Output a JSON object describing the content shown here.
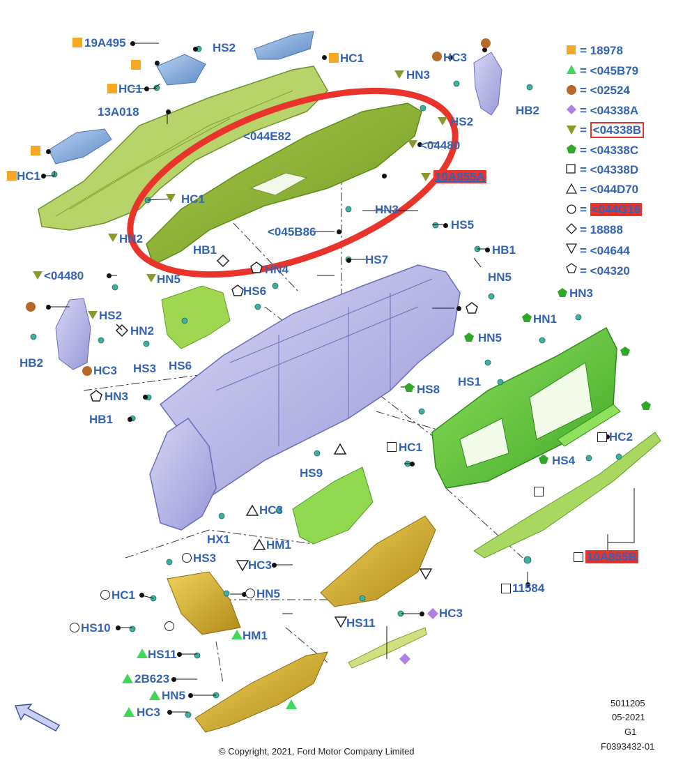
{
  "legend": [
    {
      "symbol": "orange-square",
      "text": "18978"
    },
    {
      "symbol": "green-triangle",
      "text": "<045B79"
    },
    {
      "symbol": "brown-circle",
      "text": "<02524"
    },
    {
      "symbol": "purple-diamond",
      "text": "<04338A"
    },
    {
      "symbol": "olive-down-triangle",
      "text": "<04338B"
    },
    {
      "symbol": "green-pentagon",
      "text": "<04338C"
    },
    {
      "symbol": "white-square",
      "text": "<04338D"
    },
    {
      "symbol": "white-triangle",
      "text": "<044D70"
    },
    {
      "symbol": "white-circle",
      "text": "<044G16"
    },
    {
      "symbol": "white-diamond",
      "text": "18888"
    },
    {
      "symbol": "white-down-triangle",
      "text": "<04644"
    },
    {
      "symbol": "white-pentagon",
      "text": "<04320"
    }
  ],
  "labels": {
    "l19A495": "19A495",
    "lHS2a": "HS2",
    "lHC1a": "HC1",
    "lHC1b": "HC1",
    "l13A018": "13A018",
    "l04E82": "<044E82",
    "lHC1c": "HC1",
    "lHC1d": "HC1",
    "lHN3a": "HN3",
    "lHC3a": "HC3",
    "lHB2a": "HB2",
    "lHS2b": "HS2",
    "l04480a": "<04480",
    "l10A855A": "10A855A",
    "lHN3b": "HN3",
    "l045B86": "<045B86",
    "lHN2a": "HN2",
    "lHB1a": "HB1",
    "lHN5a": "HN5",
    "lHN4": "HN4",
    "l04480b": "<04480",
    "lHS6a": "HS6",
    "lHS2c": "HS2",
    "lHN2b": "HN2",
    "lHB2b": "HB2",
    "lHS3a": "HS3",
    "lHS6b": "HS6",
    "lHC3b": "HC3",
    "lHS5": "HS5",
    "lHB1b": "HB1",
    "lHS7": "HS7",
    "lHN5b": "HN5",
    "lHN3c": "HN3",
    "lHN1": "HN1",
    "lHN5c": "HN5",
    "lHS1": "HS1",
    "lHS8": "HS8",
    "lHN3d": "HN3",
    "lHB1c": "HB1",
    "lHC1e": "HC1",
    "lHS4": "HS4",
    "lHC2": "HC2",
    "lHS9": "HS9",
    "lHC3c": "HC3",
    "lHM1a": "HM1",
    "lHX1": "HX1",
    "lHS3b": "HS3",
    "lHC3d": "HC3",
    "lHN5d": "HN5",
    "lHC1f": "HC1",
    "lHS10": "HS10",
    "lHS11a": "HS11",
    "lHM1b": "HM1",
    "lHS11b": "HS11",
    "l2B623": "2B623",
    "lHN5e": "HN5",
    "lHC3e": "HC3",
    "lHC3f": "HC3",
    "l10A855B": "10A855B",
    "l11584": "11584"
  },
  "footer": {
    "copyright": "© Copyright, 2021, Ford Motor Company Limited",
    "code1": "5011205",
    "code2": "05-2021",
    "code3": "G1",
    "code4": "F0393432-01"
  },
  "colors": {
    "label_blue": "#3363b7",
    "highlight_red": "#e8342b",
    "cover_green": "#8fb83a",
    "panel_purple": "#9a9ae0",
    "bracket_green": "#6bc83a",
    "gold": "#c9a52a",
    "grille_blue": "#7fa6d6"
  }
}
